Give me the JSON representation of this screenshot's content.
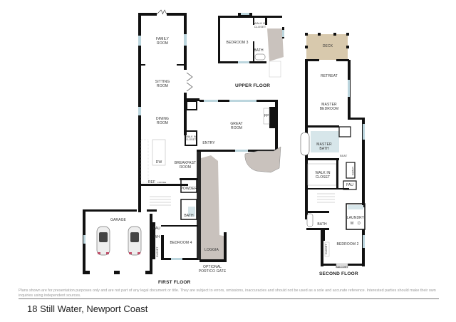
{
  "title": "18 Still Water, Newport Coast",
  "disclaimer": "Plans shown are for presentation purposes only and are not part of any legal document or title. They are subject to errors, omissions, inaccuracies and should not be used as a sole and accurate reference. Interested parties should make their own inquiries using independent sources.",
  "floors": {
    "first": {
      "label": "FIRST FLOOR",
      "rooms": {
        "family": "FAMILY\nROOM",
        "sitting": "SITTING\nROOM",
        "dining": "DINING\nROOM",
        "great": "GREAT\nROOM",
        "fp": "FP",
        "entry": "ENTRY",
        "walkin": "WALK IN\nCLOSET",
        "breakfast": "BREAKFAST\nROOM",
        "dw": "DW",
        "ref": "REF",
        "coffee": "COFFEE",
        "powder": "POWDER",
        "bath": "BATH",
        "garage": "GARAGE",
        "fau": "FAU",
        "wh": "WH",
        "closet": "CLOSET",
        "bedroom4": "BEDROOM 4",
        "loggia": "LOGGIA",
        "portico": "OPTIONAL\nPORTICO GATE"
      }
    },
    "upper": {
      "label": "UPPER FLOOR",
      "rooms": {
        "bedroom3": "BEDROOM 3",
        "walkin": "WALK IN\nCLOSET",
        "bath": "BATH"
      }
    },
    "second": {
      "label": "SECOND FLOOR",
      "rooms": {
        "deck": "DECK",
        "retreat": "RETREAT",
        "master": "MASTER\nBEDROOM",
        "masterbath": "MASTER\nBATH",
        "seat": "SEAT",
        "walkin": "WALK IN\nCLOSET",
        "linen": "LINEN",
        "fau": "FAU",
        "bath": "BATH",
        "laundry": "LAUNDRY",
        "w": "W",
        "d": "D",
        "bedroom2": "BEDROOM 2",
        "closet": "CLOSET",
        "balcony": "BALCONY"
      }
    }
  },
  "colors": {
    "wall": "#111111",
    "tile": "#c9c2bd",
    "deck": "#d8c9ad",
    "bath_tile": "#d7e6ea",
    "window": "#bcd6de"
  }
}
